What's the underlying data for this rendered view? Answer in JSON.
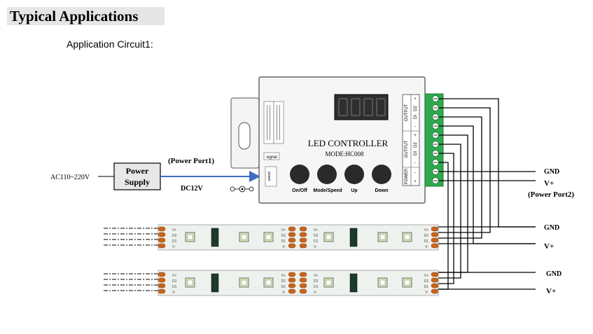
{
  "header": {
    "title": "Typical Applications",
    "subtitle": "Application Circuit1:"
  },
  "power_supply": {
    "ac_label": "AC110~220V",
    "line1": "Power",
    "line2": "Supply",
    "port_label": "(Power Port1)",
    "dc_label": "DC12V"
  },
  "controller": {
    "title": "LED  CONTROLLER",
    "model": "MODE:HC008",
    "signal_label": "signal",
    "power_label": "power",
    "output_label": "OUTPUT",
    "power_block_label": "POWER",
    "terminal_labels": {
      "plus": "+",
      "minus": "-",
      "di": "DI",
      "d2": "D2"
    },
    "buttons": [
      {
        "label": "On/Off"
      },
      {
        "label": "Mode/Speed"
      },
      {
        "label": "Up"
      },
      {
        "label": "Down"
      }
    ]
  },
  "right_labels": {
    "gnd": "GND",
    "vplus": "V+",
    "port2": "(Power Port2)"
  },
  "strip_pad_labels": [
    "V+",
    "D2",
    "D1",
    "V-"
  ],
  "colors": {
    "wire": "#000000",
    "arrow": "#3d6cc4",
    "terminal_green": "#2fa84f",
    "pad_orange": "#c8641c",
    "chip_green": "#1d3a2e",
    "led_green": "#cfe6b4",
    "heading_bg": "#e6e6e6"
  }
}
